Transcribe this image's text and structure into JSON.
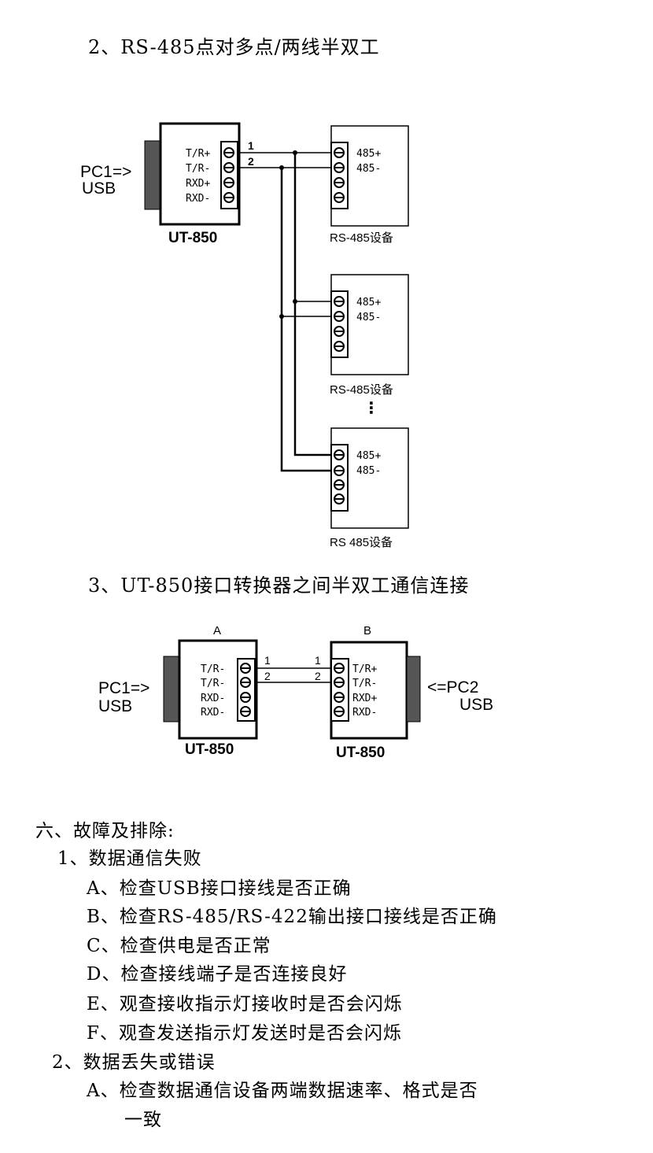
{
  "section2": {
    "title": "2、RS-485点对多点/两线半双工",
    "pc_label_1": "PC1=>",
    "pc_label_2": "USB",
    "converter_pins": [
      "T/R+",
      "T/R-",
      "RXD+",
      "RXD-"
    ],
    "converter_name": "UT-850",
    "wire_1": "1",
    "wire_2": "2",
    "devices": [
      {
        "pin_1": "485+",
        "pin_2": "485-",
        "label": "RS-485设备"
      },
      {
        "pin_1": "485+",
        "pin_2": "485-",
        "label": "RS-485设备"
      },
      {
        "pin_1": "485+",
        "pin_2": "485-",
        "label": "RS 485设备"
      }
    ],
    "ellipsis": "⋮"
  },
  "section3": {
    "title": "3、UT-850接口转换器之间半双工通信连接",
    "unit_a": {
      "letter": "A",
      "name": "UT-850",
      "pins": [
        "T/R-",
        "T/R-",
        "RXD-",
        "RXD-"
      ],
      "pc_label_1": "PC1=>",
      "pc_label_2": "USB"
    },
    "unit_b": {
      "letter": "B",
      "name": "UT-850",
      "pins": [
        "T/R+",
        "T/R-",
        "RXD+",
        "RXD-"
      ],
      "pc_label_1": "<=PC2",
      "pc_label_2": "USB"
    },
    "wire_1": "1",
    "wire_2": "2"
  },
  "section6": {
    "title": "六、故障及排除:",
    "item1": {
      "title": "1、数据通信失败",
      "subitems": [
        "A、检查USB接口接线是否正确",
        "B、检查RS-485/RS-422输出接口接线是否正确",
        "C、检查供电是否正常",
        "D、检查接线端子是否连接良好",
        "E、观查接收指示灯接收时是否会闪烁",
        "F、观查发送指示灯发送时是否会闪烁"
      ]
    },
    "item2": {
      "title": "2、数据丢失或错误",
      "subitem_a_line1": "A、检查数据通信设备两端数据速率、格式是否",
      "subitem_a_line2": "一致"
    }
  }
}
